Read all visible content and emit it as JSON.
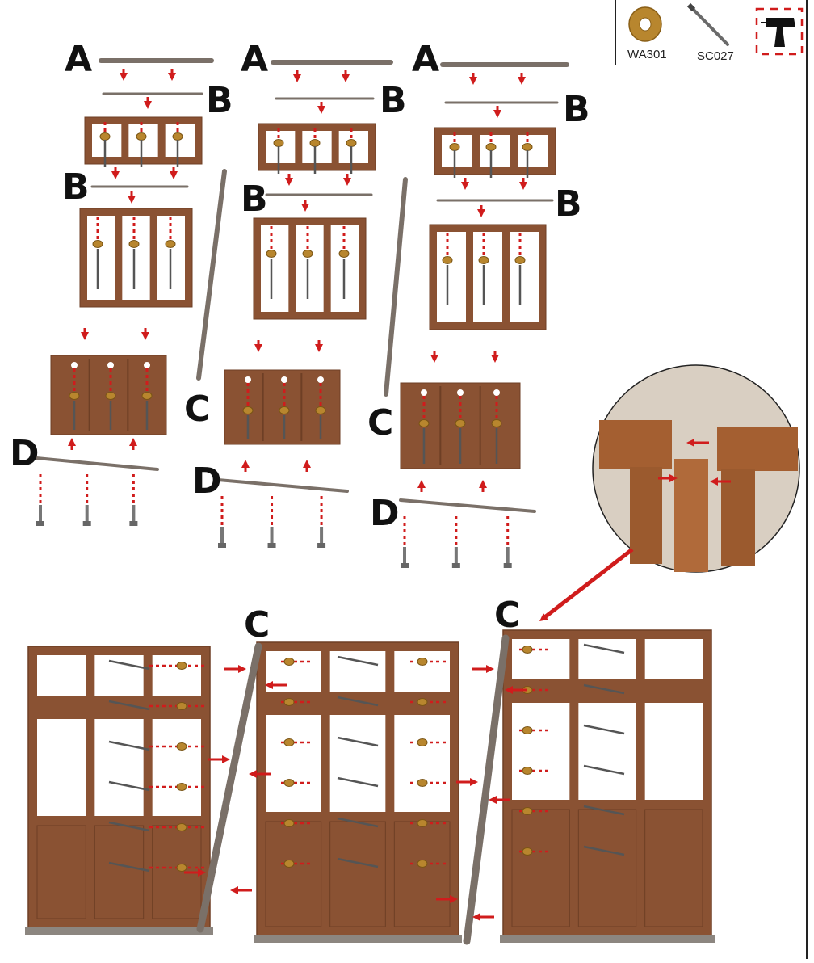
{
  "parts_box": {
    "items": [
      {
        "code": "WA301",
        "icon": "washer-icon"
      },
      {
        "code": "SC027",
        "icon": "screw-icon"
      },
      {
        "code": "",
        "icon": "drill-icon"
      }
    ]
  },
  "labels": {
    "a": "A",
    "b": "B",
    "c": "C",
    "d": "D"
  },
  "colors": {
    "wood": "#8a5233",
    "wood_dark": "#6e3f25",
    "arrow": "#d01c1c",
    "rod": "#7a7068",
    "screw": "#555555",
    "washer": "#b8862e"
  }
}
